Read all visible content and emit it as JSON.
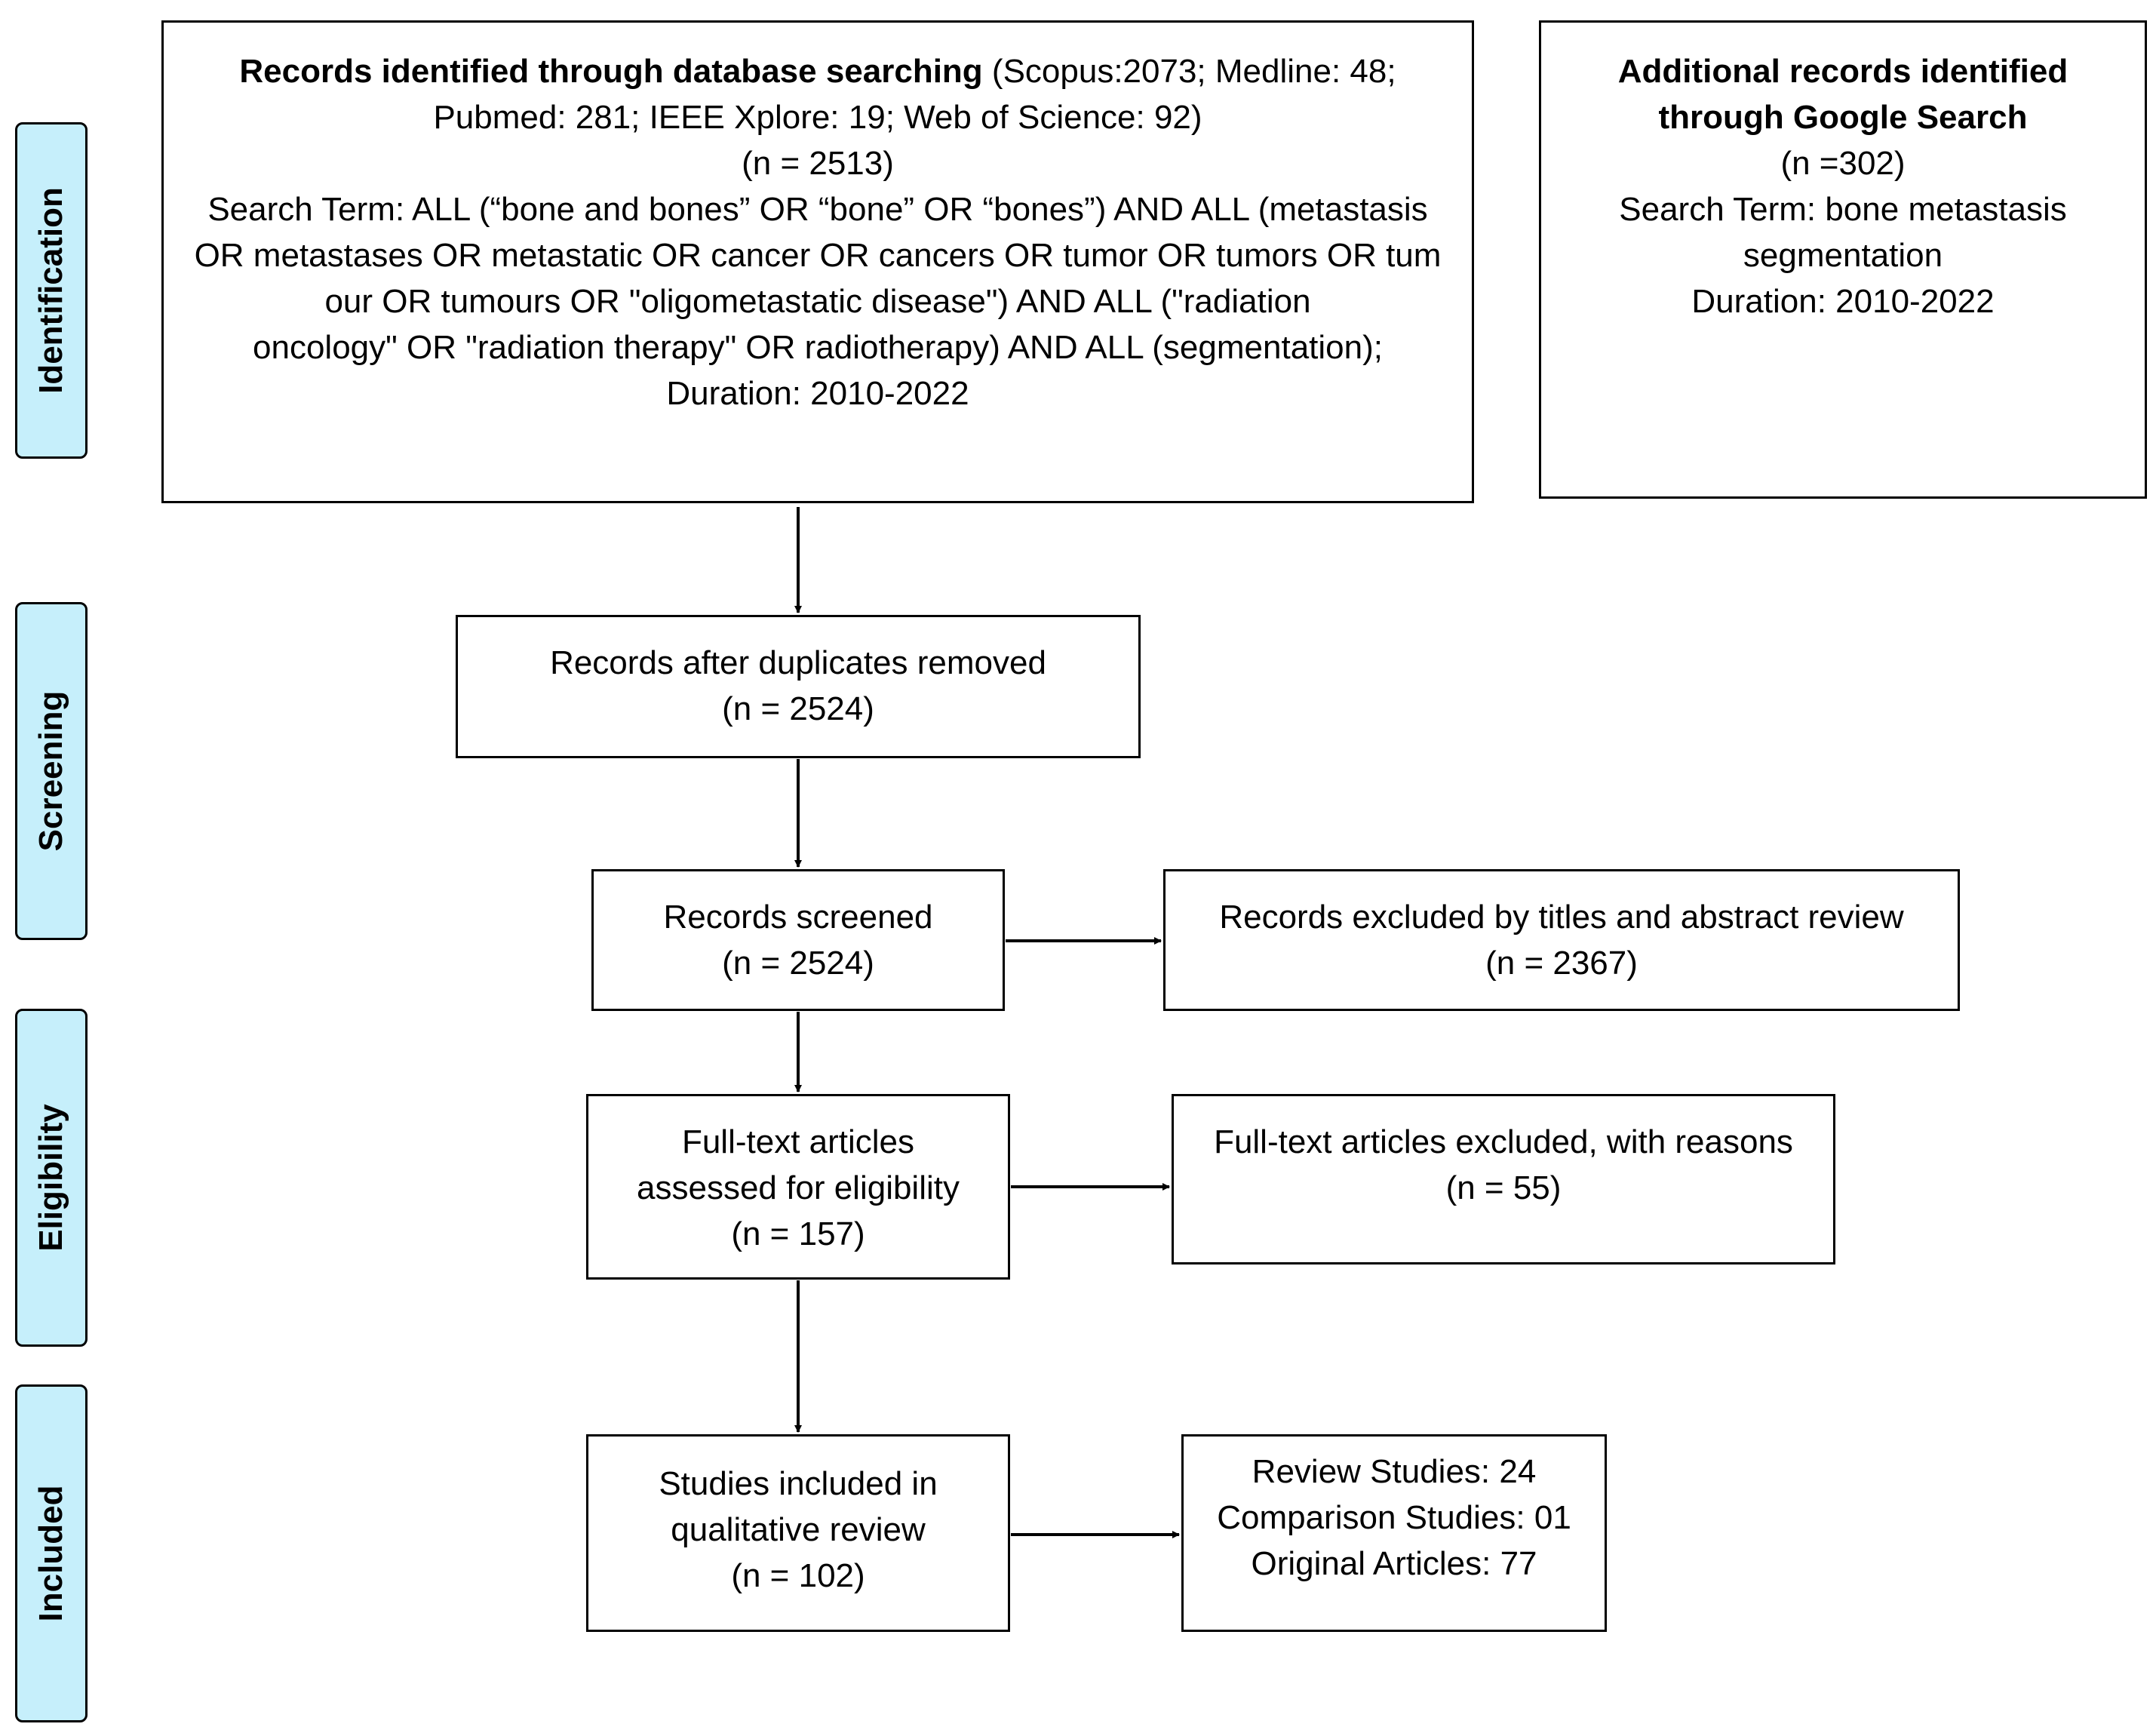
{
  "stages": [
    {
      "label": "Identification"
    },
    {
      "label": "Screening"
    },
    {
      "label": "Eligibility"
    },
    {
      "label": "Included"
    }
  ],
  "identification": {
    "database": {
      "heading": "Records identified through database searching",
      "sources_line1": " (Scopus:2073; Medline: 48;",
      "sources_line2": "Pubmed: 281; IEEE Xplore: 19; Web of Science: 92)",
      "count": "(n = 2513)",
      "search_line1": "Search Term: ALL (“bone and bones” OR “bone” OR “bones”) AND ALL (metastasis",
      "search_line2": "OR metastases OR metastatic OR cancer OR cancers OR tumor OR tumors OR tum",
      "search_line3": "our OR tumours OR \"oligometastatic disease\") AND ALL (\"radiation",
      "search_line4": "oncology\" OR \"radiation therapy\" OR radiotherapy) AND ALL (segmentation);",
      "duration": "Duration: 2010-2022"
    },
    "google": {
      "heading_line1": "Additional records identified",
      "heading_line2": "through Google Search",
      "count": "(n =302)",
      "search_line1": "Search Term: bone metastasis",
      "search_line2": "segmentation",
      "duration": "Duration: 2010-2022"
    }
  },
  "screening": {
    "deduplicated": {
      "line1": "Records after duplicates removed",
      "count": "(n = 2524)"
    },
    "screened": {
      "line1": "Records screened",
      "count": "(n = 2524)"
    },
    "excluded": {
      "line1": "Records excluded by titles and abstract review",
      "count": "(n = 2367)"
    }
  },
  "eligibility": {
    "assessed": {
      "line1": "Full-text articles",
      "line2": "assessed for eligibility",
      "count": "(n = 157)"
    },
    "excluded": {
      "line1": "Full-text articles excluded, with reasons",
      "count": "(n = 55)"
    }
  },
  "included": {
    "studies": {
      "line1": "Studies included in",
      "line2": "qualitative review",
      "count": "(n = 102)"
    },
    "breakdown": {
      "line1": "Review Studies: 24",
      "line2": "Comparison Studies: 01",
      "line3": "Original Articles: 77"
    }
  }
}
